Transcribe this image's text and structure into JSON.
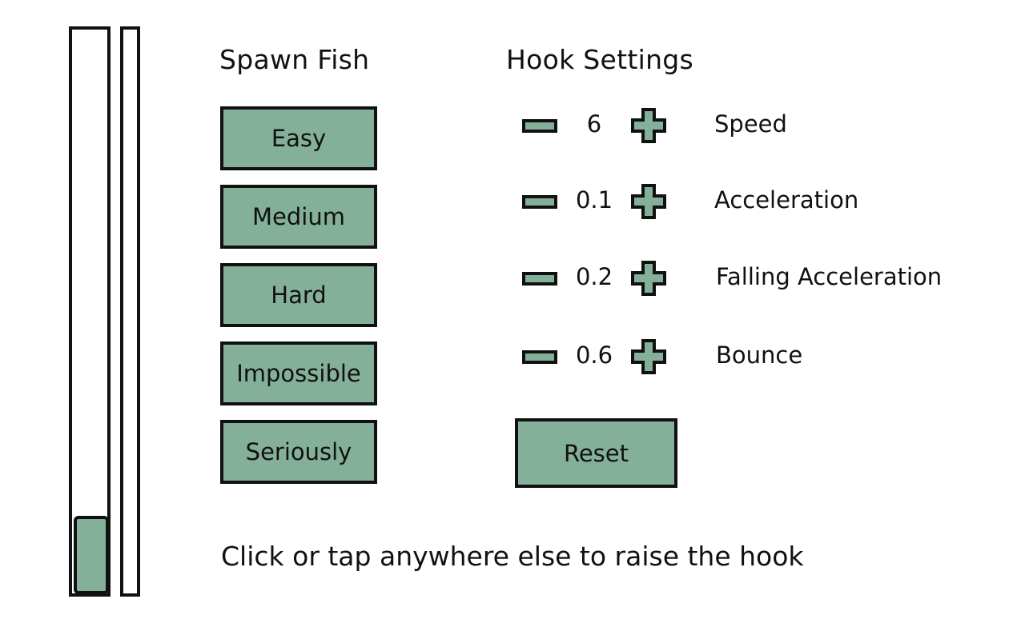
{
  "spawn": {
    "heading": "Spawn Fish",
    "buttons": [
      "Easy",
      "Medium",
      "Hard",
      "Impossible",
      "Seriously"
    ]
  },
  "hook": {
    "heading": "Hook Settings",
    "settings": [
      {
        "label": "Speed",
        "value": "6"
      },
      {
        "label": "Acceleration",
        "value": "0.1"
      },
      {
        "label": "Falling Acceleration",
        "value": "0.2"
      },
      {
        "label": "Bounce",
        "value": "0.6"
      }
    ],
    "reset_label": "Reset"
  },
  "hint": "Click or tap anywhere else to raise the hook",
  "colors": {
    "accent": "#84b09a",
    "outline": "#111111",
    "background": "#ffffff"
  },
  "icons": {
    "decrease": "minus-icon",
    "increase": "plus-icon"
  }
}
